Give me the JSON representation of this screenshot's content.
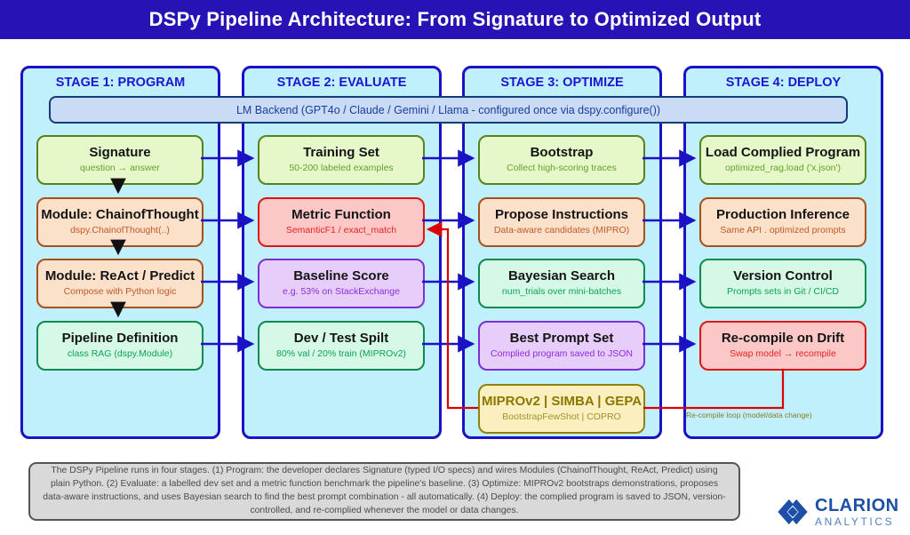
{
  "header": {
    "title": "DSPy Pipeline Architecture: From Signature to Optimized Output"
  },
  "lm_backend": {
    "label": "LM Backend (GPT4o / Claude / Gemini / Llama - configured once via dspy.configure())"
  },
  "stages": [
    {
      "header": "STAGE 1: PROGRAM",
      "boxes": [
        {
          "title": "Signature",
          "subtitle": "question → answer",
          "variant": "green"
        },
        {
          "title": "Module: ChainofThought",
          "subtitle": "dspy.ChainofThought(..)",
          "variant": "orange"
        },
        {
          "title": "Module: ReAct / Predict",
          "subtitle": "Compose with Python logic",
          "variant": "orange"
        },
        {
          "title": "Pipeline Definition",
          "subtitle": "class RAG (dspy.Module)",
          "variant": "mint"
        }
      ]
    },
    {
      "header": "STAGE 2: EVALUATE",
      "boxes": [
        {
          "title": "Training Set",
          "subtitle": "50-200 labeled examples",
          "variant": "green"
        },
        {
          "title": "Metric Function",
          "subtitle": "SemanticF1 / exact_match",
          "variant": "red"
        },
        {
          "title": "Baseline Score",
          "subtitle": "e.g. 53% on StackExchange",
          "variant": "purple"
        },
        {
          "title": "Dev / Test Spilt",
          "subtitle": "80% val / 20% train (MIPROv2)",
          "variant": "mint"
        }
      ]
    },
    {
      "header": "STAGE 3: OPTIMIZE",
      "boxes": [
        {
          "title": "Bootstrap",
          "subtitle": "Collect high-scoring traces",
          "variant": "green"
        },
        {
          "title": "Propose Instructions",
          "subtitle": "Data-aware candidates (MIPRO)",
          "variant": "orange"
        },
        {
          "title": "Bayesian Search",
          "subtitle": "num_trials over mini-batches",
          "variant": "mint"
        },
        {
          "title": "Best Prompt Set",
          "subtitle": "Complied program saved to JSON",
          "variant": "purple"
        },
        {
          "title": "MIPROv2 | SIMBA | GEPA",
          "subtitle": "BootstrapFewShot | COPRO",
          "variant": "yellow"
        }
      ]
    },
    {
      "header": "STAGE 4: DEPLOY",
      "boxes": [
        {
          "title": "Load Complied Program",
          "subtitle": "optimized_rag.load ('x.json')",
          "variant": "green"
        },
        {
          "title": "Production Inference",
          "subtitle": "Same API . optimized prompts",
          "variant": "orange"
        },
        {
          "title": "Version Control",
          "subtitle": "Prompts sets in Git / CI/CD",
          "variant": "mint"
        },
        {
          "title": "Re-compile on Drift",
          "subtitle": "Swap model → recompile",
          "variant": "red"
        }
      ]
    }
  ],
  "annotations": {
    "recompile_loop": "Re-compile loop (model/data change)"
  },
  "caption": "The DSPy Pipeline runs in four stages. (1) Program: the developer declares Signature (typed I/O specs) and wires Modules (ChainofThought, ReAct, Predict) using plain Python. (2) Evaluate: a labelled dev set and a metric function benchmark the pipeline's baseline. (3) Optimize: MIPROv2 bootstraps demonstrations, proposes data-aware instructions, and uses Bayesian search to find the best prompt combination - all automatically. (4) Deploy: the complied program is saved to JSON, version-controlled, and re-complied whenever the model or data changes.",
  "logo": {
    "brand": "CLARION",
    "brand_sub": "ANALYTICS"
  },
  "palette": {
    "titlebar_bg": "#2712b5",
    "column_bg": "#c0f0fb",
    "column_border": "#1a12c4",
    "stage_header_text": "#1c16d4",
    "lm_bar_bg": "#cadcf5",
    "lm_bar_border": "#123c78",
    "arrow_blue": "#1a12c4",
    "arrow_black": "#111111",
    "feedback_red": "#dd0000",
    "node_green_bg": "#e6f8c9",
    "node_mint_bg": "#d5f8e7",
    "node_orange_bg": "#fbe0ca",
    "node_red_bg": "#fcc7c7",
    "node_purple_bg": "#e7cdf9",
    "node_yellow_bg": "#faf0bf",
    "caption_bg": "#d9d9d9",
    "logo_blue": "#1b4fa8"
  }
}
